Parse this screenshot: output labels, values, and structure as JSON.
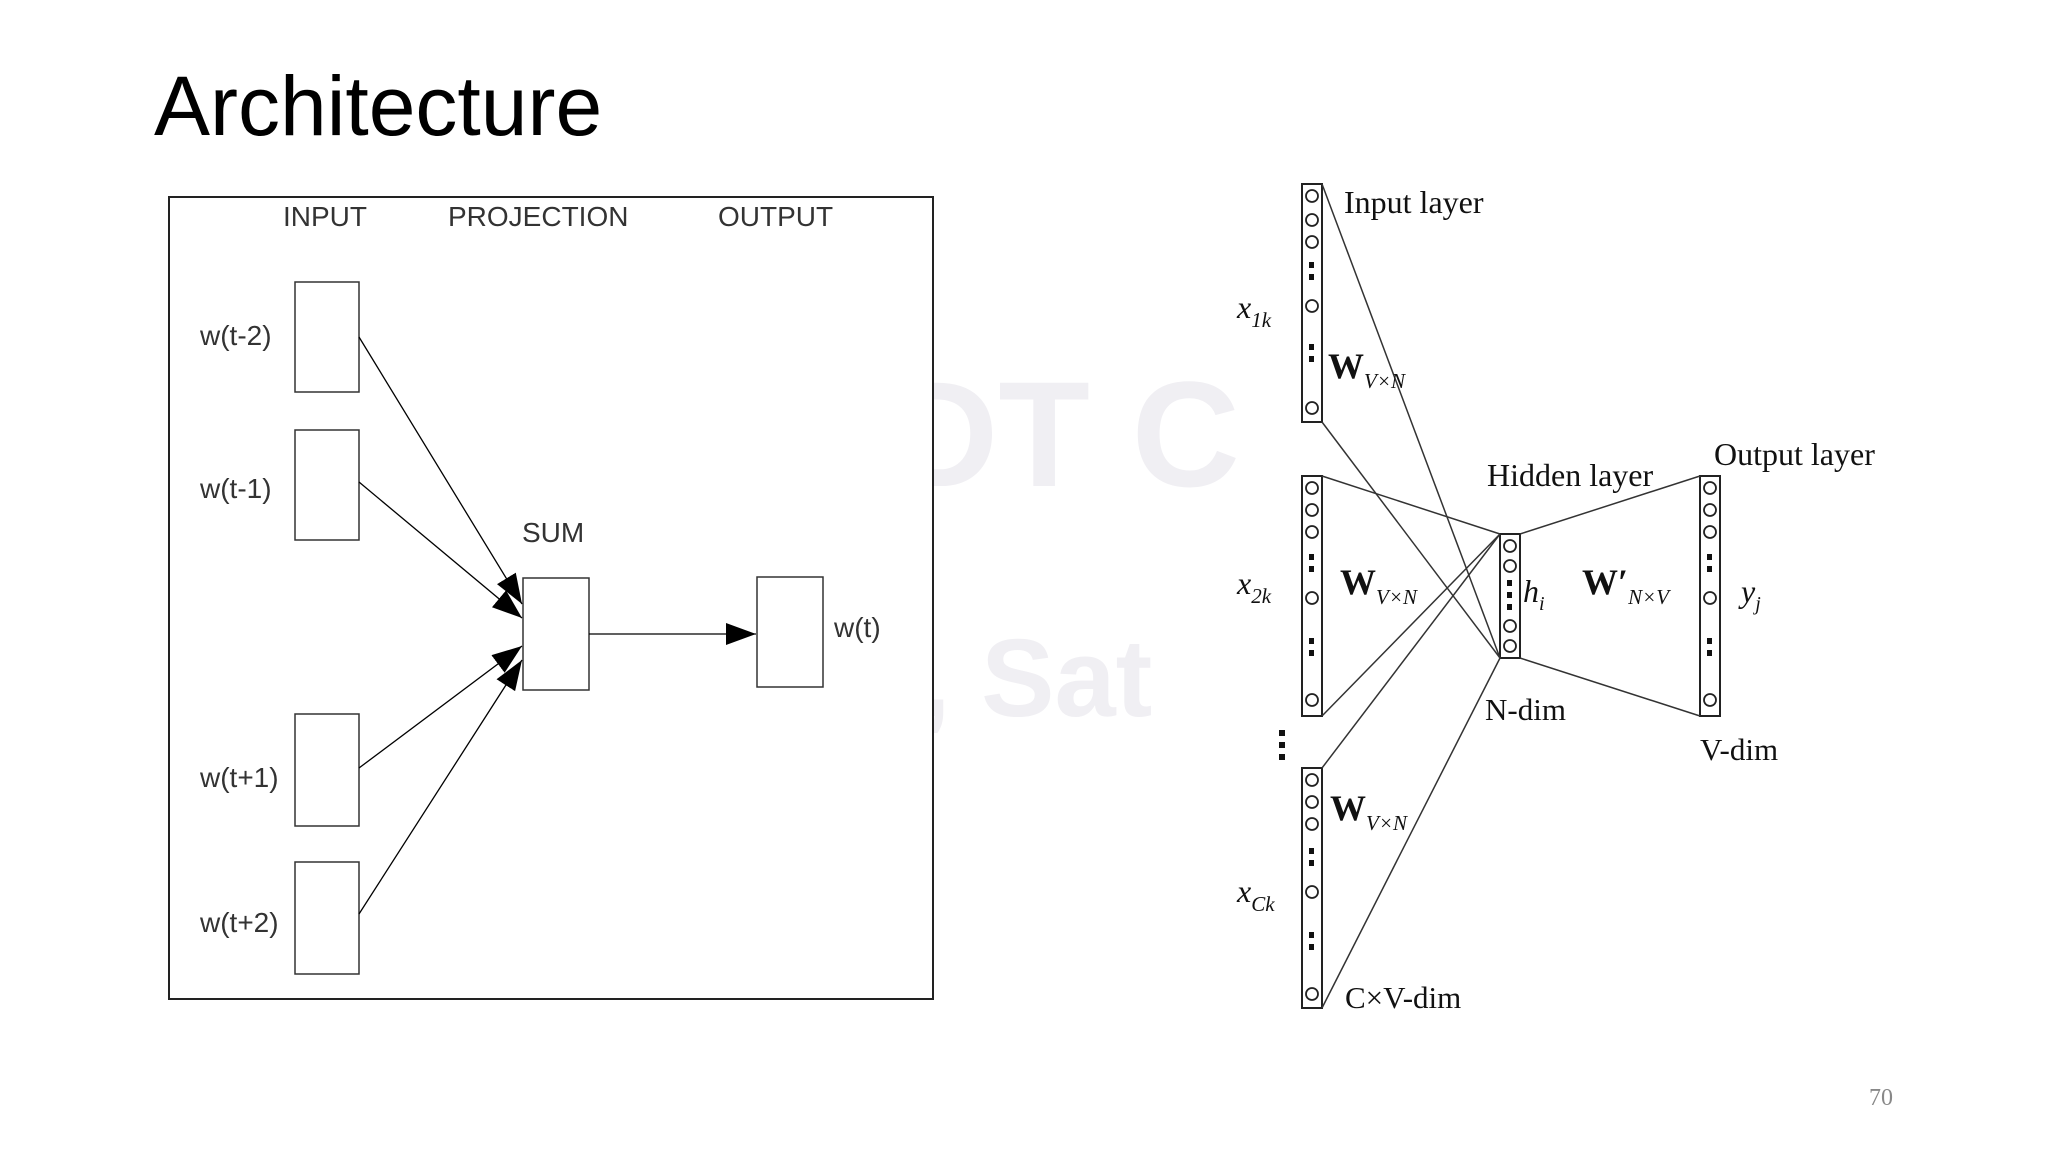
{
  "slide": {
    "title": "Architecture",
    "page_number": "70",
    "watermark": [
      "DT C",
      ", Sat"
    ]
  },
  "cbow": {
    "headers": {
      "input": "INPUT",
      "projection": "PROJECTION",
      "output": "OUTPUT"
    },
    "inputs": [
      "w(t-2)",
      "w(t-1)",
      "w(t+1)",
      "w(t+2)"
    ],
    "sum_label": "SUM",
    "output_label": "w(t)"
  },
  "network": {
    "input_layer": "Input layer",
    "hidden_layer": "Hidden layer",
    "output_layer": "Output layer",
    "inputs": [
      {
        "var": "x",
        "sub": "1k"
      },
      {
        "var": "x",
        "sub": "2k"
      },
      {
        "var": "x",
        "sub": "Ck"
      }
    ],
    "weights": [
      {
        "main": "W",
        "sub": "V×N"
      },
      {
        "main": "W",
        "sub": "V×N"
      },
      {
        "main": "W",
        "sub": "V×N"
      }
    ],
    "weight_out": {
      "main": "W′",
      "sub": "N×V"
    },
    "hidden_unit": {
      "var": "h",
      "sub": "i"
    },
    "output_unit": {
      "var": "y",
      "sub": "j"
    },
    "dims": {
      "n": "N-dim",
      "v": "V-dim",
      "cv": "C×V-dim"
    }
  }
}
